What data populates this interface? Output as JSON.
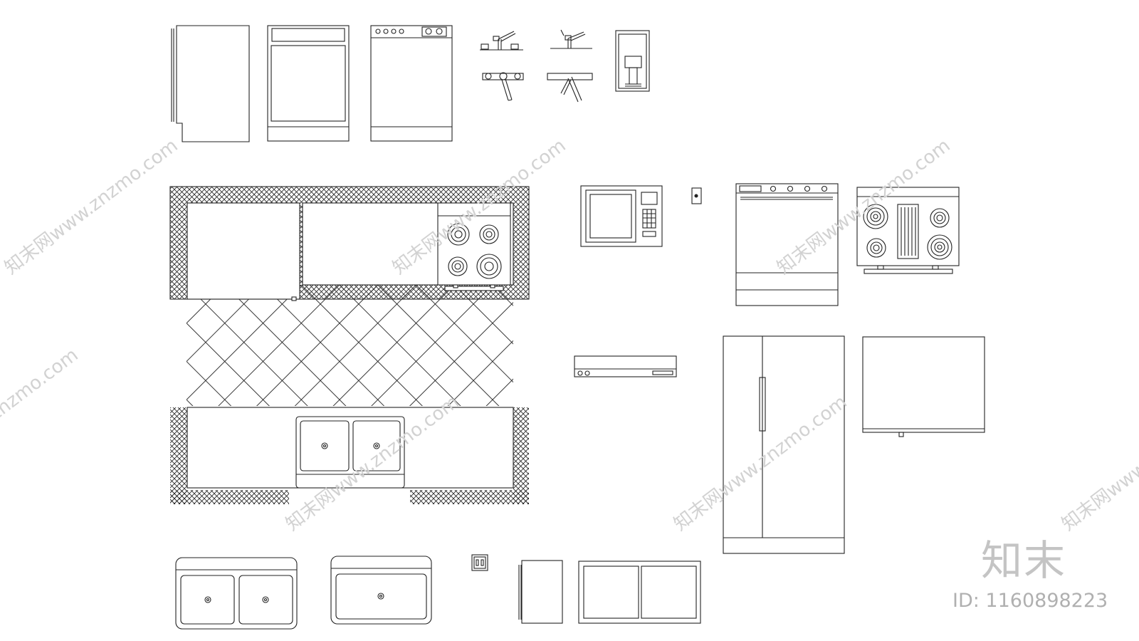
{
  "watermark": {
    "text": "知末网www.znzmo.com",
    "color": "#d2d2d2"
  },
  "brand": {
    "logo_text": "知末",
    "id_text": "ID: 1160898223"
  },
  "line_color": "#222222"
}
